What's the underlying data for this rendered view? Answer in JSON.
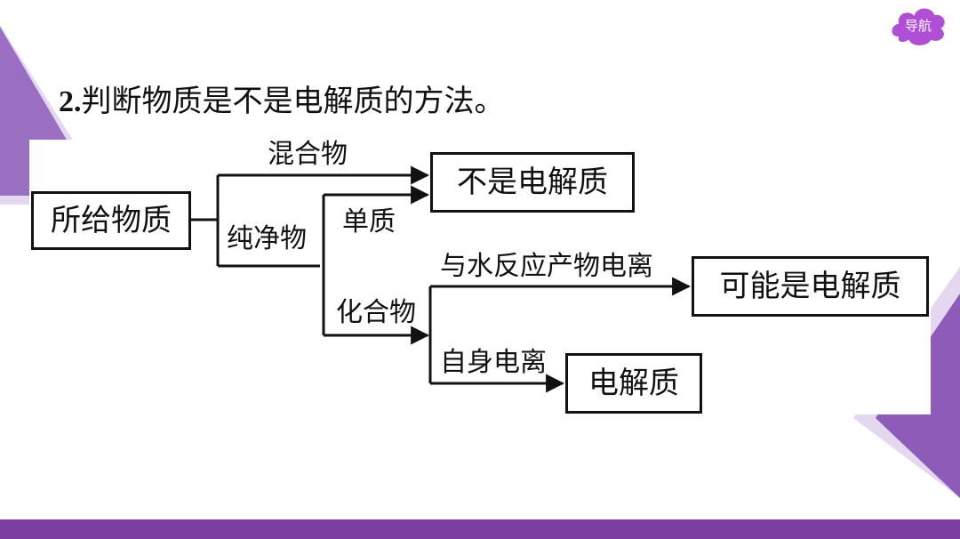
{
  "nav": {
    "label": "导航"
  },
  "slide": {
    "title_number": "2.",
    "title_text": "判断物质是不是电解质的方法。"
  },
  "diagram": {
    "nodes": {
      "given": "所给物质",
      "not_electrolyte": "不是电解质",
      "maybe_electrolyte": "可能是电解质",
      "electrolyte": "电解质"
    },
    "edges": {
      "mixture": "混合物",
      "pure": "纯净物",
      "element": "单质",
      "compound": "化合物",
      "react_ionize": "与水反应产物电离",
      "self_ionize": "自身电离"
    }
  },
  "colors": {
    "accent": "#7b3fa1",
    "light_accent": "#b89ad0",
    "nav_fill": "#b04fd6"
  }
}
